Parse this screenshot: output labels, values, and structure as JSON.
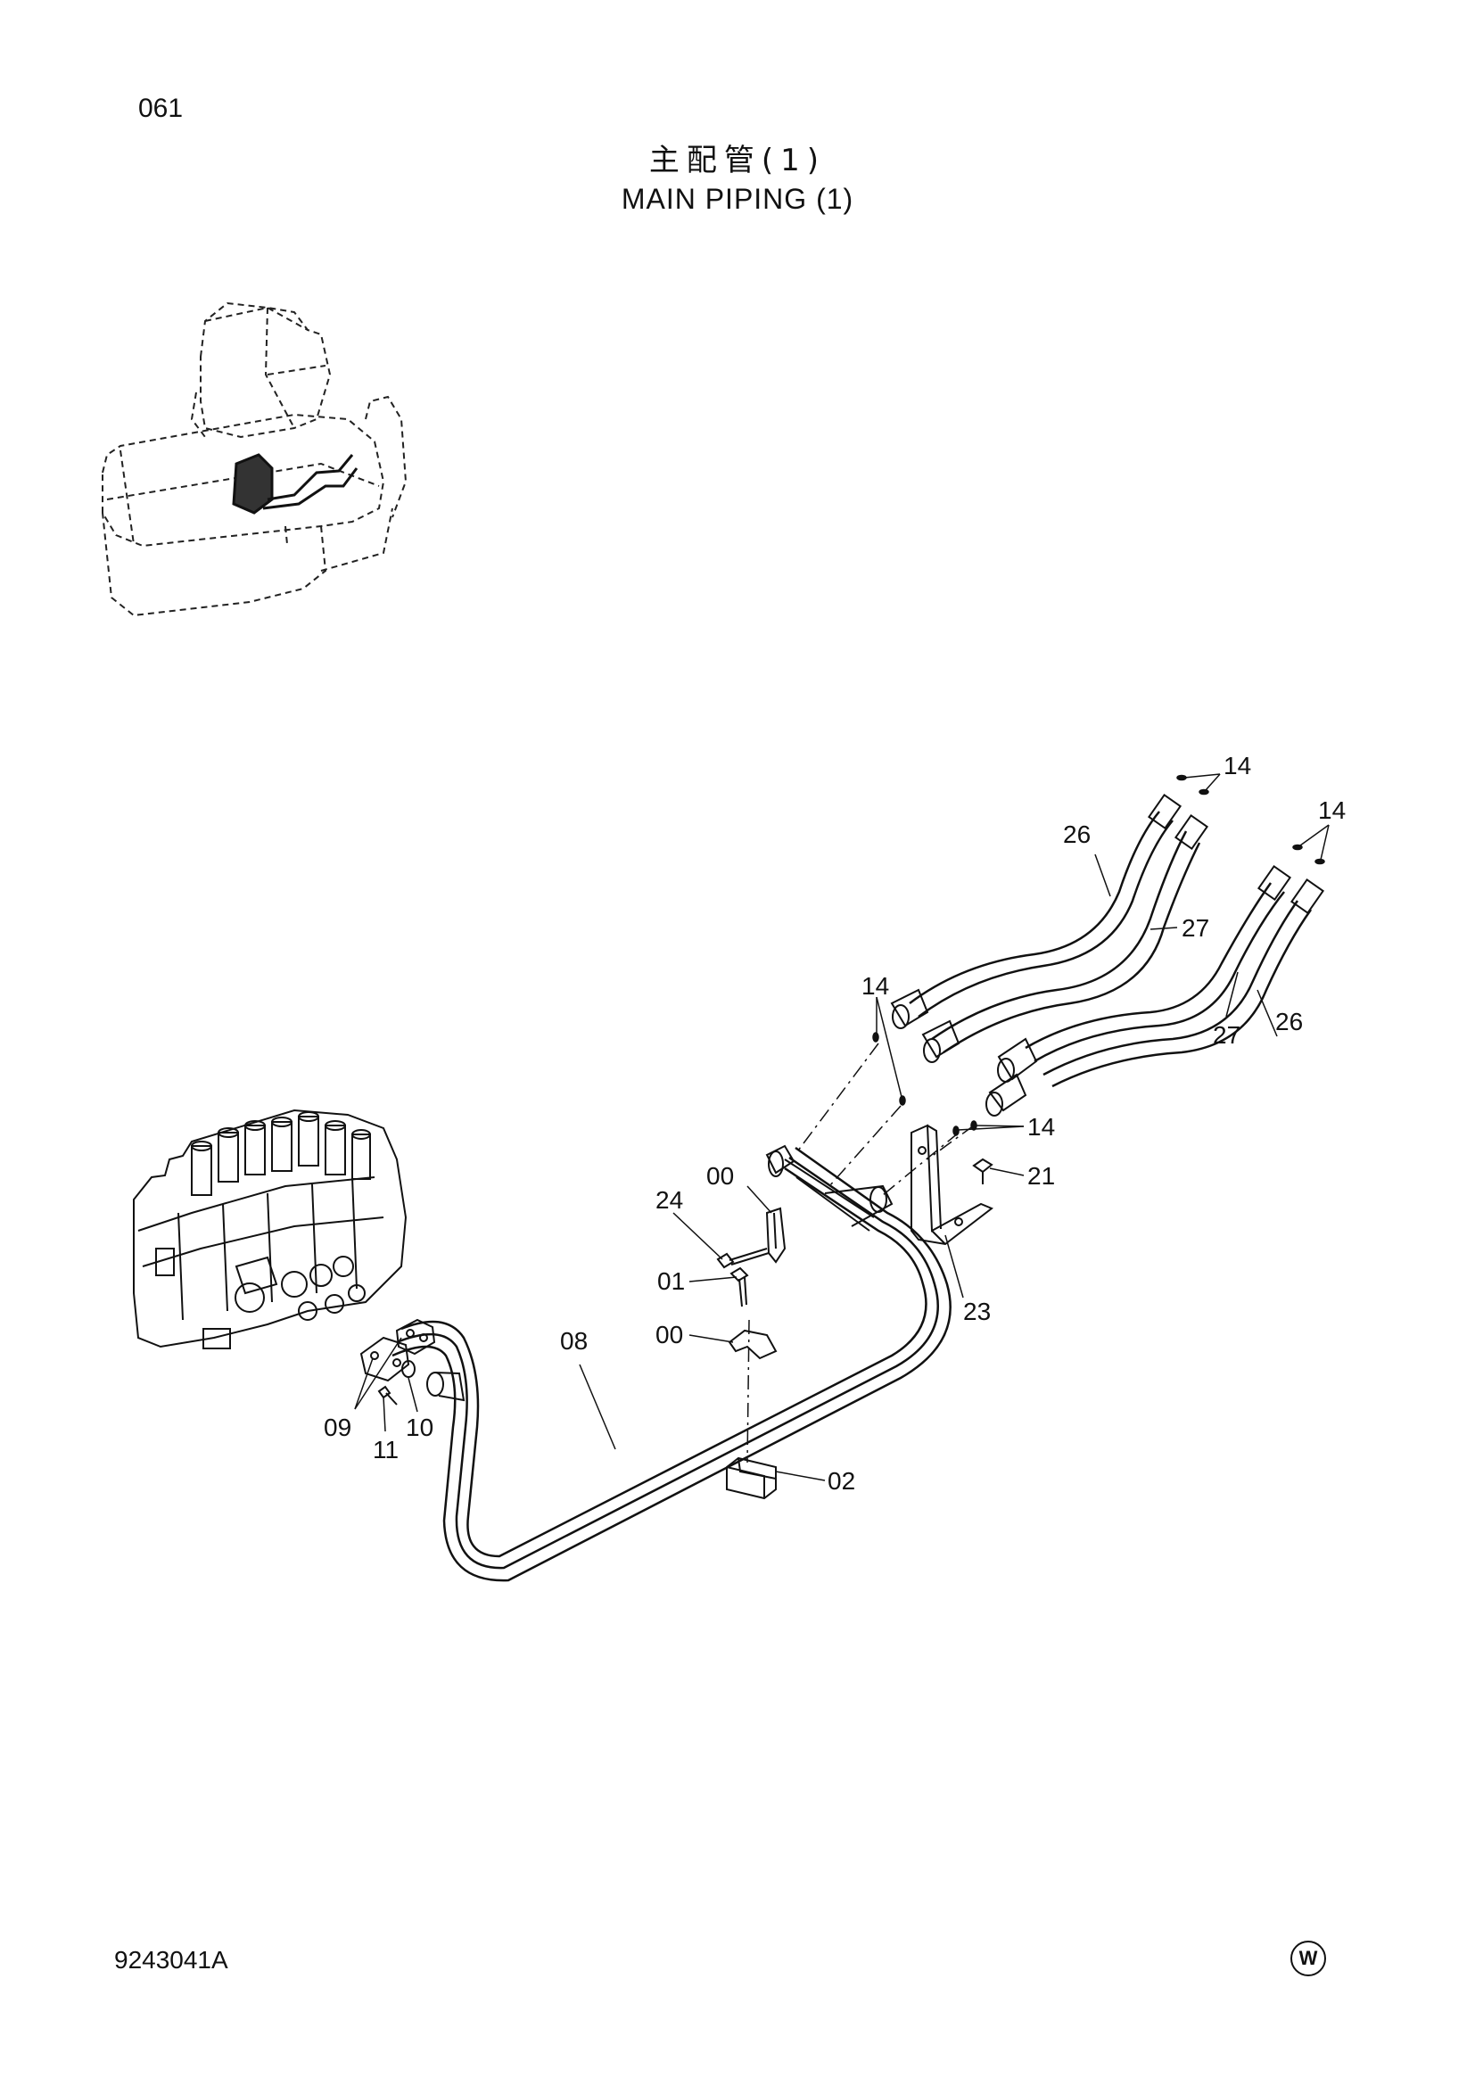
{
  "header": {
    "page_number": "061",
    "title_jp": "主配管(1)",
    "title_en": "MAIN PIPING (1)"
  },
  "footer": {
    "drawing_number": "9243041A",
    "mark": "W"
  },
  "callouts": {
    "c14_top": "14",
    "c14_right": "14",
    "c26_top": "26",
    "c27_top": "27",
    "c14_mid": "14",
    "c27_bottom": "27",
    "c26_bottom": "26",
    "c14_lower": "14",
    "c21": "21",
    "c00_upper": "00",
    "c24": "24",
    "c01": "01",
    "c00_lower": "00",
    "c08": "08",
    "c23": "23",
    "c09": "09",
    "c10": "10",
    "c11": "11",
    "c02": "02"
  }
}
